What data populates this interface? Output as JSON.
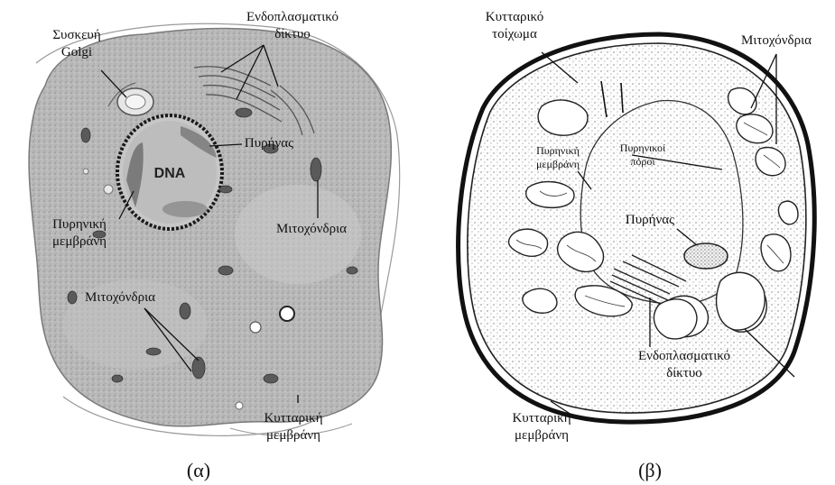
{
  "panel_a": {
    "caption": "(α)",
    "labels": {
      "golgi_line1": "Συσκευή",
      "golgi_line2": "Golgi",
      "er_line1": "Ενδοπλασματικό",
      "er_line2": "δίκτυο",
      "nucleus": "Πυρήνας",
      "dna": "DNA",
      "nuclear_membrane_line1": "Πυρηνική",
      "nuclear_membrane_line2": "μεμβράνη",
      "mitochondria_right": "Μιτοχόνδρια",
      "mitochondria_bottom": "Μιτοχόνδρια",
      "cell_membrane_line1": "Κυτταρική",
      "cell_membrane_line2": "μεμβράνη"
    }
  },
  "panel_b": {
    "caption": "(β)",
    "labels": {
      "cell_wall_line1": "Κυτταρικό",
      "cell_wall_line2": "τοίχωμα",
      "mitochondria": "Μιτοχόνδρια",
      "nuclear_membrane_line1": "Πυρηνική",
      "nuclear_membrane_line2": "μεμβράνη",
      "nuclear_pores_line1": "Πυρηνικοί",
      "nuclear_pores_line2": "πόροι",
      "nucleolus": "Πυρήνας",
      "er_line1": "Ενδοπλασματικό",
      "er_line2": "δίκτυο",
      "cell_membrane_line1": "Κυτταρική",
      "cell_membrane_line2": "μεμβράνη"
    }
  }
}
